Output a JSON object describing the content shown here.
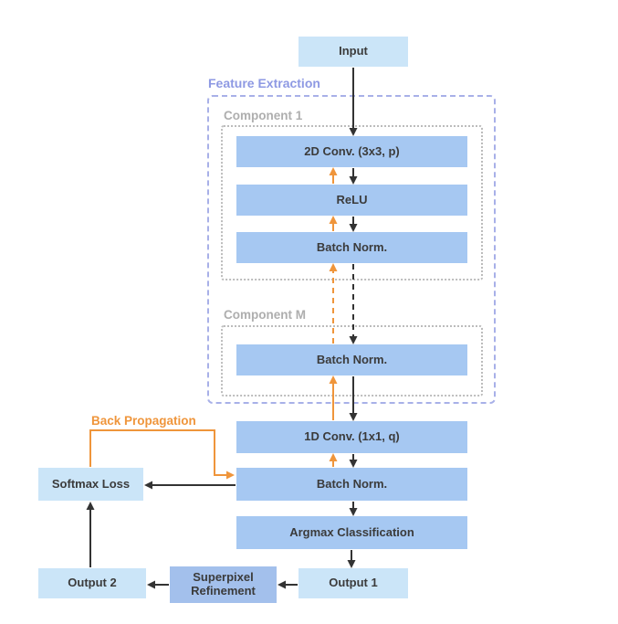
{
  "diagram": {
    "groups": {
      "feature_extraction": "Feature Extraction",
      "component_1": "Component 1",
      "component_m": "Component M"
    },
    "annotations": {
      "back_propagation": "Back Propagation"
    },
    "nodes": {
      "input": "Input",
      "conv2d": "2D Conv. (3x3, p)",
      "relu": "ReLU",
      "batch_norm_1": "Batch Norm.",
      "batch_norm_m": "Batch Norm.",
      "conv1d": "1D Conv. (1x1, q)",
      "batch_norm_out": "Batch Norm.",
      "argmax": "Argmax Classification",
      "output_1": "Output 1",
      "superpixel_refinement": "Superpixel Refinement",
      "output_2": "Output 2",
      "softmax_loss": "Softmax Loss"
    },
    "colors": {
      "light_blue_box": "#cbe5f8",
      "medium_blue_box": "#a6c8f2",
      "superpixel_box": "#a3c0ec",
      "feature_extraction_border": "#a8b0e8",
      "feature_extraction_label": "#8e99e3",
      "component_border": "#bcbcbc",
      "component_label": "#aeaeae",
      "forward_arrow": "#333333",
      "backward_arrow": "#ef953b",
      "node_text": "#3b3b3b"
    },
    "flow_notes": {
      "forward_direction": "top-to-bottom black arrows",
      "backward_direction": "bottom-to-top orange arrows",
      "recurrence": "dashed arrows between Component 1 and Component M"
    }
  }
}
